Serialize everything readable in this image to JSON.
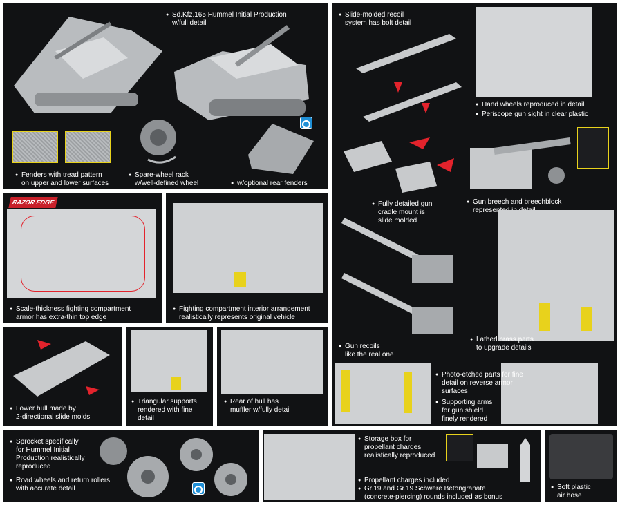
{
  "badge": "RAZOR EDGE",
  "panels": {
    "hummel": {
      "title": "Sd.Kfz.165 Hummel Initial Production",
      "title2": "w/full detail",
      "fenders1": "Fenders with tread pattern",
      "fenders2": "on upper and lower surfaces",
      "spare1": "Spare-wheel rack",
      "spare2": "w/well-defined wheel",
      "rear": "w/optional rear fenders"
    },
    "recoil": {
      "l1": "Slide-molded recoil",
      "l2": "system has bolt detail"
    },
    "hand": {
      "l1": "Hand wheels reproduced in detail",
      "l2": "Periscope gun sight in clear plastic"
    },
    "cradle": {
      "l1": "Fully detailed gun",
      "l2": "cradle mount is",
      "l3": "slide molded"
    },
    "breech": {
      "l1": "Gun breech and breechblock",
      "l2": "represented in detail"
    },
    "armor": {
      "l1": "Scale-thickness fighting compartment",
      "l2": "armor has extra-thin top edge"
    },
    "interior": {
      "l1": "Fighting compartment interior arrangement",
      "l2": "realistically represents original vehicle"
    },
    "gunrecoil": {
      "l1": "Gun recoils",
      "l2": "like the real one"
    },
    "brass": {
      "l1": "Lathed brass parts",
      "l2": "to upgrade details"
    },
    "lowerhull": {
      "l1": "Lower hull made by",
      "l2": "2-directional slide molds"
    },
    "triangular": {
      "l1": "Triangular supports",
      "l2": "rendered with fine",
      "l3": "detail"
    },
    "rearhull": {
      "l1": "Rear of hull has",
      "l2": "muffler w/fully detail"
    },
    "pe": {
      "a1": "Photo-etched parts for fine",
      "a2": "detail on reverse armor",
      "a3": "surfaces",
      "b1": "Supporting arms",
      "b2": "for gun shield",
      "b3": "finely rendered"
    },
    "sprocket": {
      "a1": "Sprocket specifically",
      "a2": "for Hummel Initial",
      "a3": "Production realistically",
      "a4": "reproduced",
      "b1": "Road wheels and return rollers",
      "b2": "with accurate detail"
    },
    "storage": {
      "a1": "Storage box for",
      "a2": "propellant charges",
      "a3": "realistically reproduced",
      "b1": "Propellant charges included",
      "c1": "Gr.19 and Gr.19 Schwere Betongranate",
      "c2": "(concrete-piercing) rounds included as bonus"
    },
    "hose": {
      "l1": "Soft plastic",
      "l2": "air hose"
    }
  },
  "colors": {
    "panel_bg": "#111214",
    "model_grey": "#b9bcbf",
    "accent_yellow": "#e8d21c",
    "arrow_red": "#e3232c",
    "icon_blue": "#1f8fd6"
  },
  "icons": [
    "dual-material-icon"
  ]
}
